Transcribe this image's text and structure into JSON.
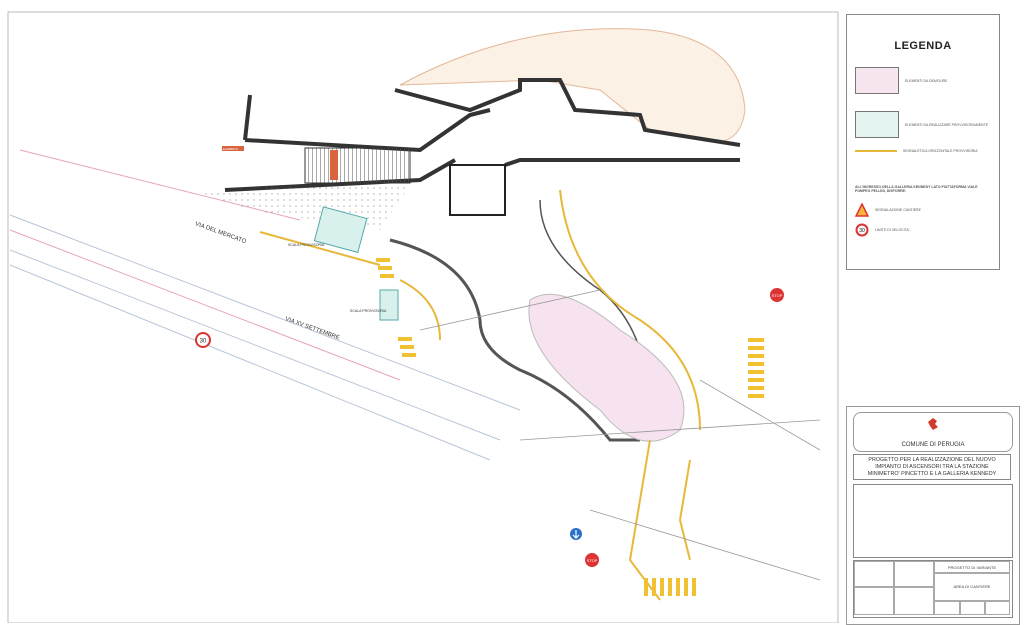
{
  "drawing": {
    "streets": [
      "VIA DEL MERCATO",
      "VIA XV SETTEMBRE"
    ],
    "labels": {
      "stair_1": "SCALA PROVVISORIA",
      "stair_2": "SCALA PROVVISORIA",
      "demolition_tag": "ELEMENTI",
      "speed_sign": "30",
      "stop_1": "STOP",
      "stop_2": "STOP"
    }
  },
  "legend": {
    "title": "LEGENDA",
    "items": [
      {
        "label": "ELEMENTI DA DEMOLIRE",
        "color": "#f7e6f0"
      },
      {
        "label": "ELEMENTI DA REALIZZARE PROVVISORIAMENTE",
        "color": "#e3f4f1"
      },
      {
        "label": "SEGNALETICA ORIZZONTALE PROVVISORIA",
        "color": "#e8b83a"
      }
    ],
    "note": "ALL'INGRESSO DELLA GALLERIA KENNEDY LATO PIATTAFORMA VIALE POMPEO PELLINI, DISPORRE:",
    "signs": [
      {
        "label": "SEGNALAZIONE CANTIERE",
        "icon": "roadworks-sign-icon"
      },
      {
        "label": "LIMITE DI VELOCITA'",
        "value": "30",
        "icon": "speed-limit-icon"
      }
    ]
  },
  "title_block": {
    "municipality": "COMUNE DI PERUGIA",
    "project_title": [
      "PROGETTO PER LA REALIZZAZIONE DEL NUOVO",
      "IMPIANTO DI ASCENSORI TRA LA STAZIONE",
      "MINIMETRO' PINCETTO E LA GALLERIA KENNEDY"
    ],
    "phase": "PROGETTO DI VARIANTE",
    "sheet_title": "AREA DI CANTIERE"
  }
}
